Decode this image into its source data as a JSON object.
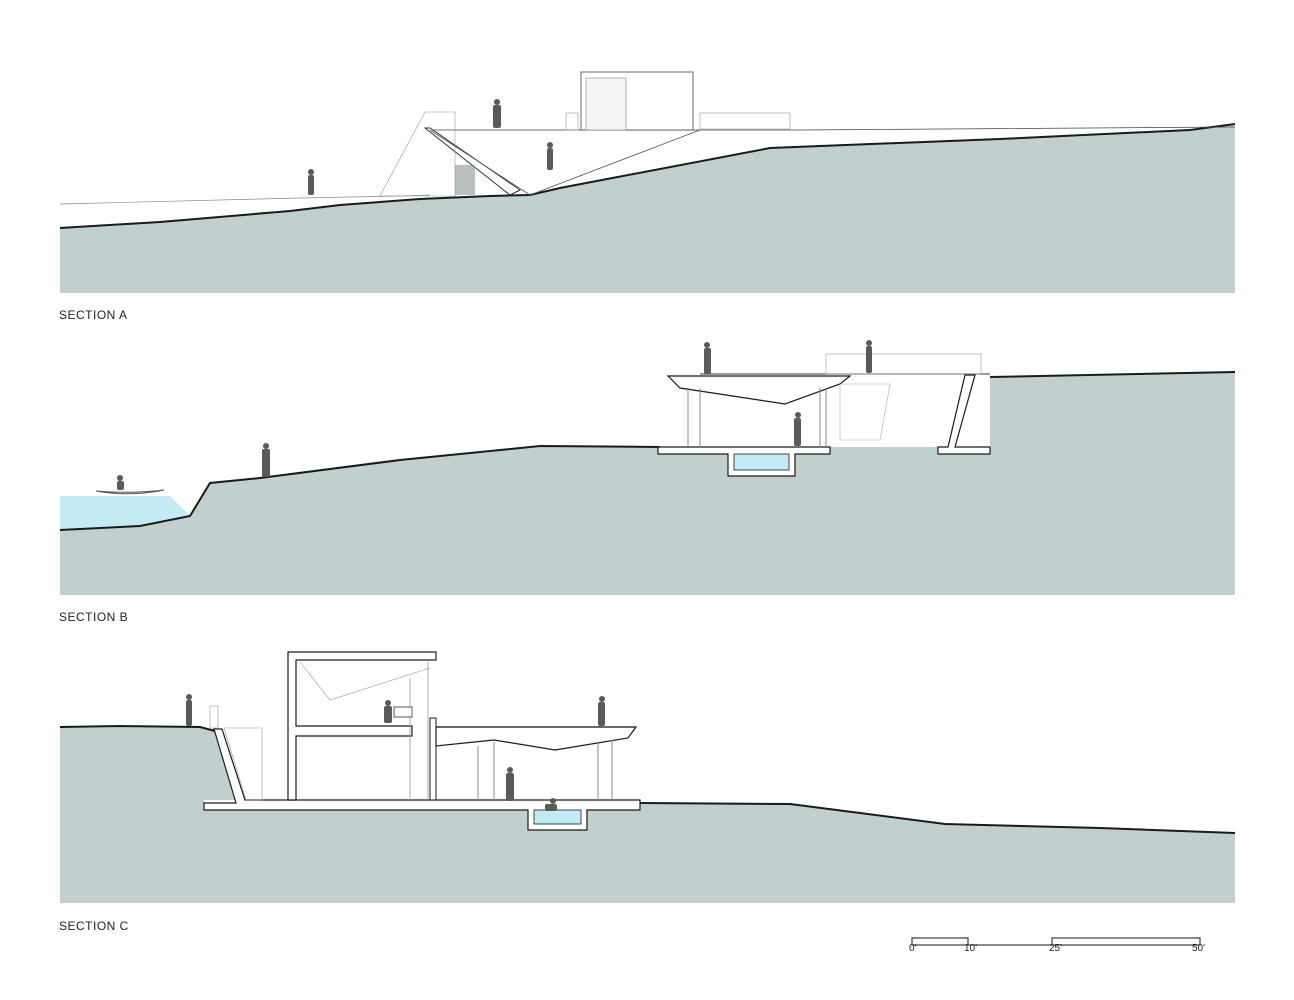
{
  "sections": [
    {
      "label": "SECTION A"
    },
    {
      "label": "SECTION B"
    },
    {
      "label": "SECTION C"
    }
  ],
  "scale_bar": {
    "ticks": [
      "0'",
      "10'",
      "25'",
      "50'"
    ]
  },
  "colors": {
    "ground": "#c1d0cf",
    "water": "#c4ebf3",
    "figure": "#5a5a5a",
    "line": "#1a1a1a"
  }
}
